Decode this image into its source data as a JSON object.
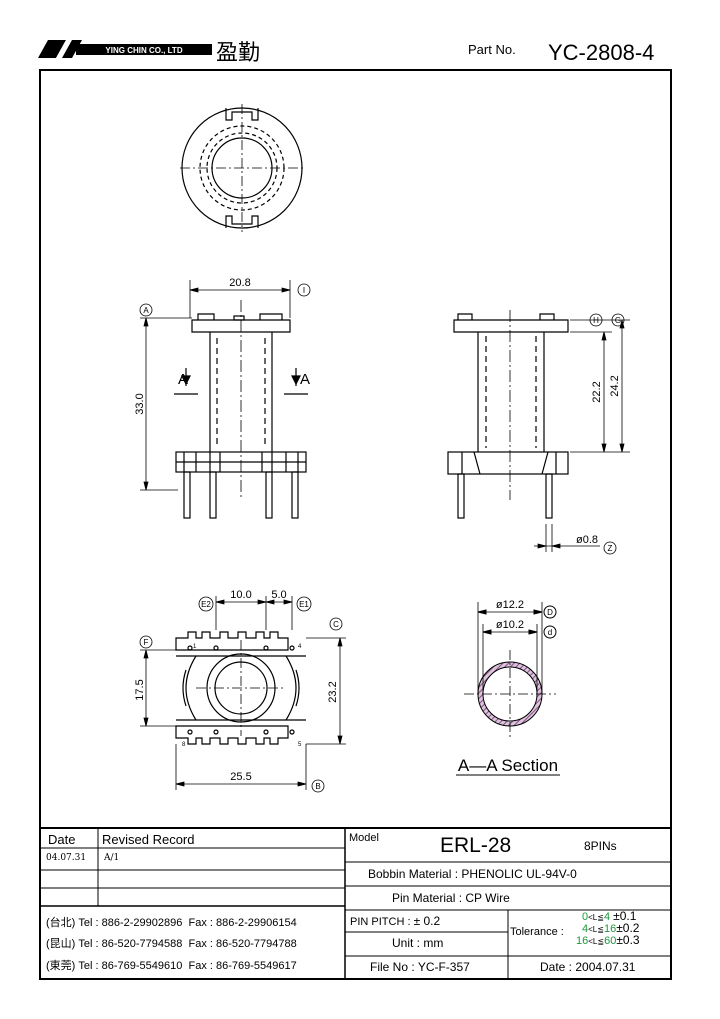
{
  "header": {
    "company": "YING CHIN CO., LTD",
    "chinese_name": "盈勤",
    "part_no_label": "Part No.",
    "part_no": "YC-2808-4"
  },
  "drawing": {
    "side_view": {
      "width": "20.8",
      "height": "33.0",
      "ref_a": "A",
      "ref_i": "I",
      "section_left": "A",
      "section_right": "A"
    },
    "right_view": {
      "dim1": "22.2",
      "dim2": "24.2",
      "ref_h": "H",
      "ref_g": "G",
      "pin_dia": "ø0.8",
      "ref_z": "Z"
    },
    "bottom_view": {
      "dim_e2": "10.0",
      "dim_e1": "5.0",
      "ref_e2": "E2",
      "ref_e1": "E1",
      "ref_f": "F",
      "ref_c": "C",
      "ref_b": "B",
      "dim_h1": "17.5",
      "dim_h2": "23.2",
      "dim_w": "25.5",
      "pin_labels": [
        "1",
        "4",
        "8",
        "5"
      ]
    },
    "section": {
      "outer_dia": "ø12.2",
      "inner_dia": "ø10.2",
      "ref_d_upper": "D",
      "ref_d_lower": "d",
      "title": "A—A Section"
    }
  },
  "revision_table": {
    "col_date": "Date",
    "col_record": "Revised Record",
    "rows": [
      {
        "date": "04.07.31",
        "record": "A/1"
      },
      {
        "date": "",
        "record": ""
      },
      {
        "date": "",
        "record": ""
      }
    ]
  },
  "contacts": [
    {
      "city": "(台北)",
      "tel": "Tel : 886-2-29902896",
      "fax": "Fax : 886-2-29906154"
    },
    {
      "city": "(昆山)",
      "tel": "Tel : 86-520-7794588",
      "fax": "Fax : 86-520-7794788"
    },
    {
      "city": "(東莞)",
      "tel": "Tel : 86-769-5549610",
      "fax": "Fax : 86-769-5549617"
    }
  ],
  "spec": {
    "model_label": "Model",
    "model": "ERL-28",
    "pins": "8PINs",
    "bobbin_label": "Bobbin  Material :",
    "bobbin": "PHENOLIC UL-94V-0",
    "pin_material_label": "Pin  Material :",
    "pin_material": "CP Wire",
    "pitch_label": "PIN  PITCH :",
    "pitch": "± 0.2",
    "unit_label": "Unit :",
    "unit": "mm",
    "tolerance_label": "Tolerance :",
    "tolerance_rows": [
      {
        "range_a": "0",
        "range_b": "4",
        "tol": "±0.1"
      },
      {
        "range_a": "4",
        "range_b": "16",
        "tol": "±0.2"
      },
      {
        "range_a": "16",
        "range_b": "60",
        "tol": "±0.3"
      }
    ],
    "file_label": "File  No :",
    "file": "YC-F-357",
    "date_label": "Date :",
    "date": "2004.07.31"
  },
  "colors": {
    "tolerance_green": "#1a9a3a",
    "section_hatch": "#8a4a8a"
  }
}
